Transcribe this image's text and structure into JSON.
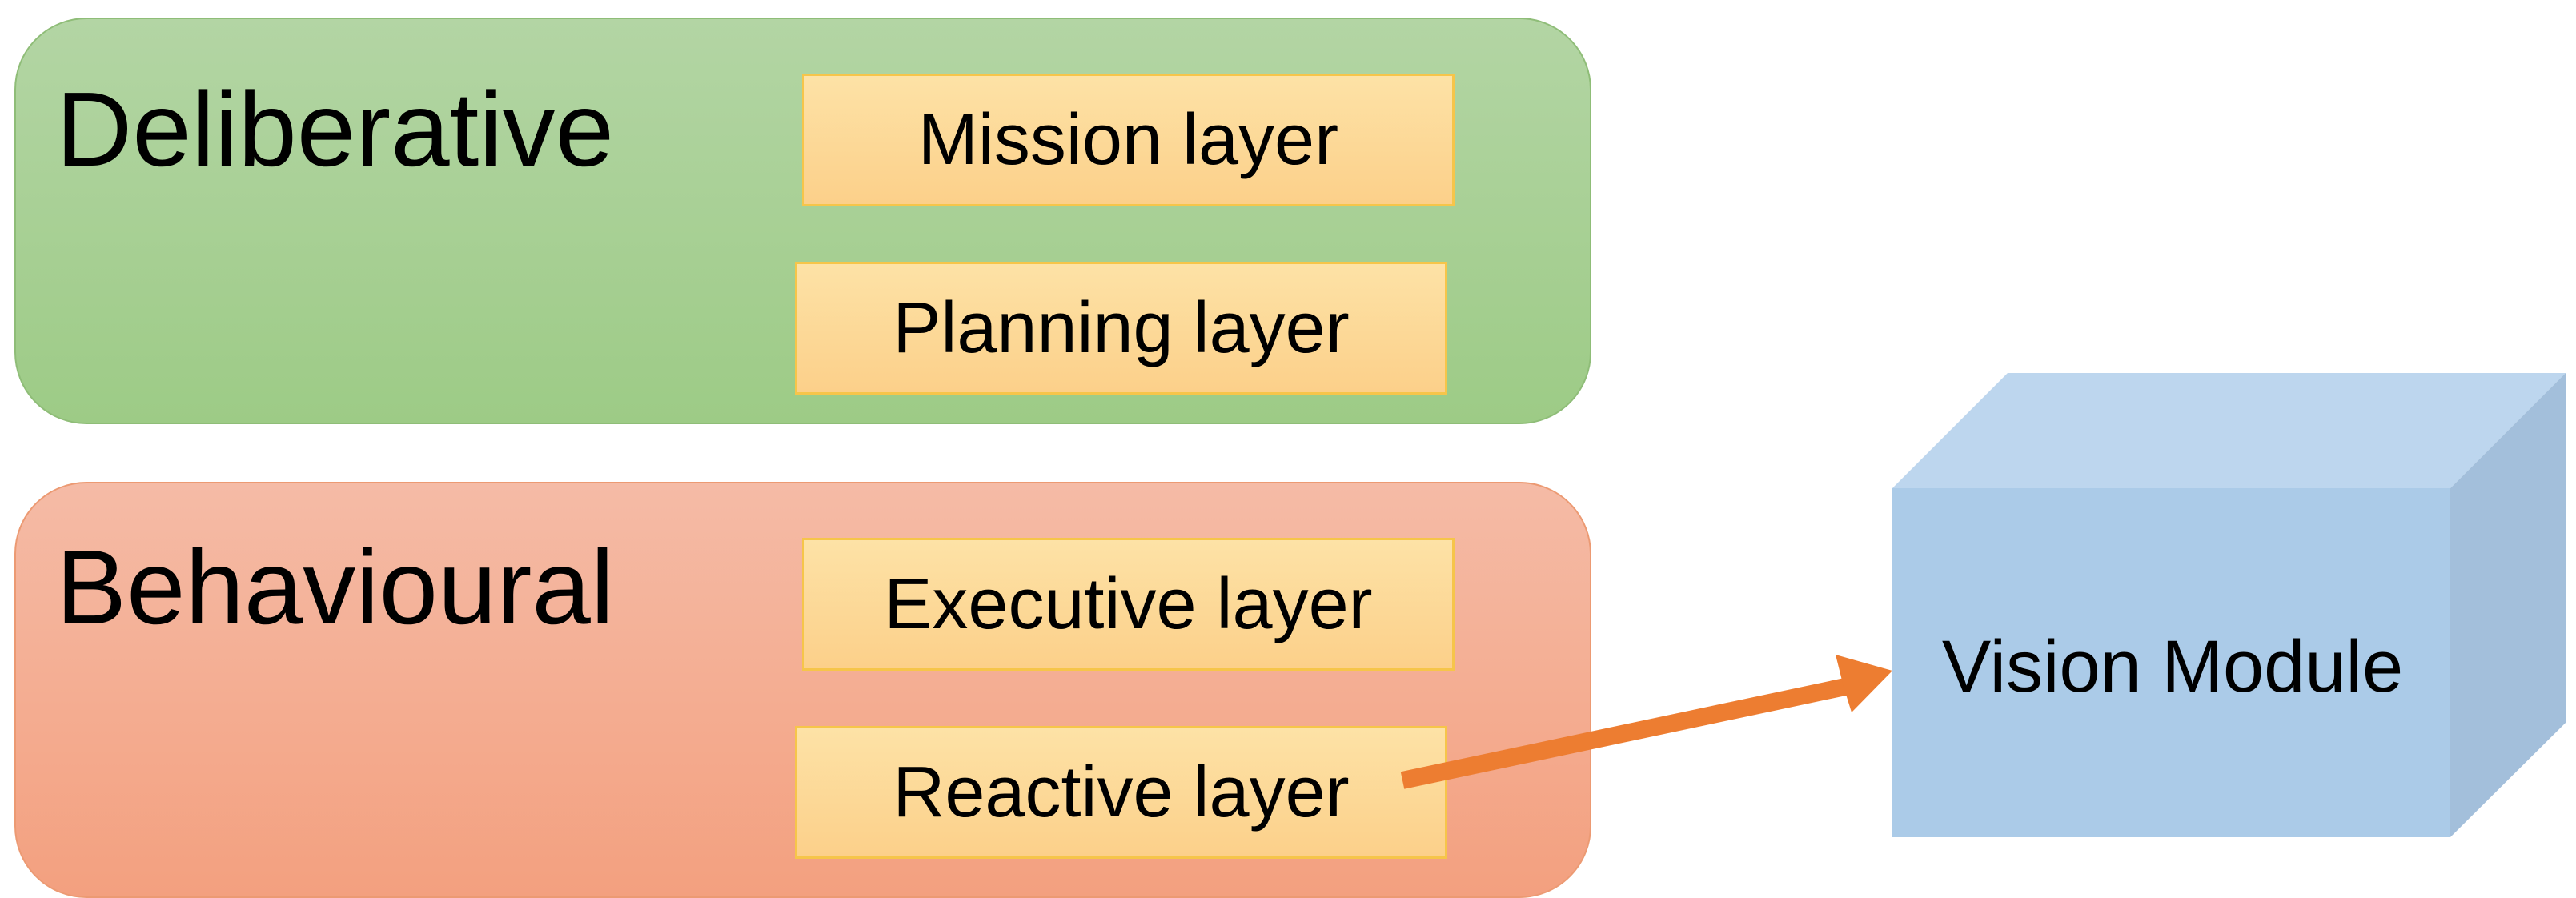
{
  "groups": {
    "deliberative": {
      "title": "Deliberative",
      "layers": [
        "Mission layer",
        "Planning layer"
      ]
    },
    "behavioural": {
      "title": "Behavioural",
      "layers": [
        "Executive layer",
        "Reactive layer"
      ]
    }
  },
  "vision_module": {
    "label": "Vision Module"
  },
  "connection": {
    "from": "Reactive layer",
    "to": "Vision Module"
  },
  "colors": {
    "deliberative_fill": "#a9d196",
    "behavioural_fill": "#f4ae93",
    "layer_fill": "#fdd996",
    "layer_border": "#f6c54a",
    "cube_front": "#abcbe8",
    "arrow": "#ed7d31"
  }
}
